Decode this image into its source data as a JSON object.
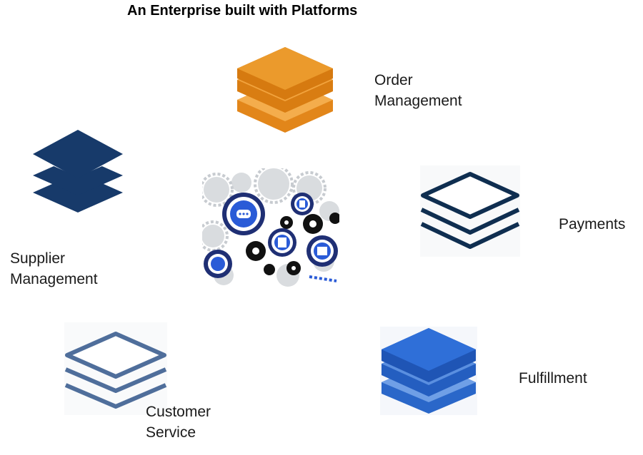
{
  "title": "An Enterprise built with Platforms",
  "colors": {
    "order": "#e8941f",
    "supplier": "#173a6a",
    "payments": "#0f2e50",
    "customer": "#4f6e9b",
    "fulfillment": "#2a67c9"
  },
  "platforms": {
    "order": {
      "line1": "Order",
      "line2": "Management",
      "icon": "layers-stack-icon"
    },
    "supplier": {
      "line1": "Supplier",
      "line2": "Management",
      "icon": "layers-stack-icon"
    },
    "payments": {
      "line1": "Payments",
      "icon": "layers-outline-icon"
    },
    "customer": {
      "line1": "Customer",
      "line2": "Service",
      "icon": "layers-outline-icon"
    },
    "fulfillment": {
      "line1": "Fulfillment",
      "icon": "layers-stack-icon"
    }
  },
  "center": {
    "icon": "gears-cluster-icon"
  }
}
